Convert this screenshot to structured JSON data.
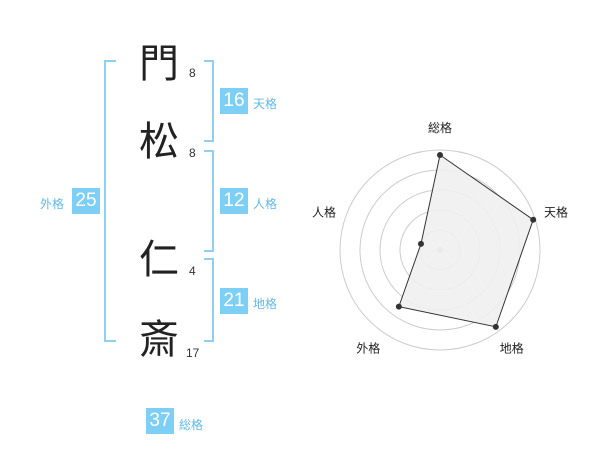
{
  "name": {
    "chars": [
      {
        "char": "門",
        "strokes": "8"
      },
      {
        "char": "松",
        "strokes": "8"
      },
      {
        "char": "仁",
        "strokes": "4"
      },
      {
        "char": "斎",
        "strokes": "17"
      }
    ]
  },
  "kakusu": {
    "tenkaku": {
      "value": "16",
      "label": "天格"
    },
    "jinkaku": {
      "value": "12",
      "label": "人格"
    },
    "chikaku": {
      "value": "21",
      "label": "地格"
    },
    "gaikaku": {
      "value": "25",
      "label": "外格"
    },
    "soukaku": {
      "value": "37",
      "label": "総格"
    }
  },
  "chart_data": {
    "type": "radar",
    "axes": [
      "総格",
      "天格",
      "地格",
      "外格",
      "人格"
    ],
    "values": [
      0.95,
      0.98,
      0.95,
      0.7,
      0.2
    ],
    "rmax": 1,
    "rings": 5,
    "grid": true,
    "colors": {
      "fill": "#f0f0f0",
      "line": "#333333",
      "grid": "#cccccc",
      "point": "#333333",
      "center": "#bbbbbb"
    }
  }
}
